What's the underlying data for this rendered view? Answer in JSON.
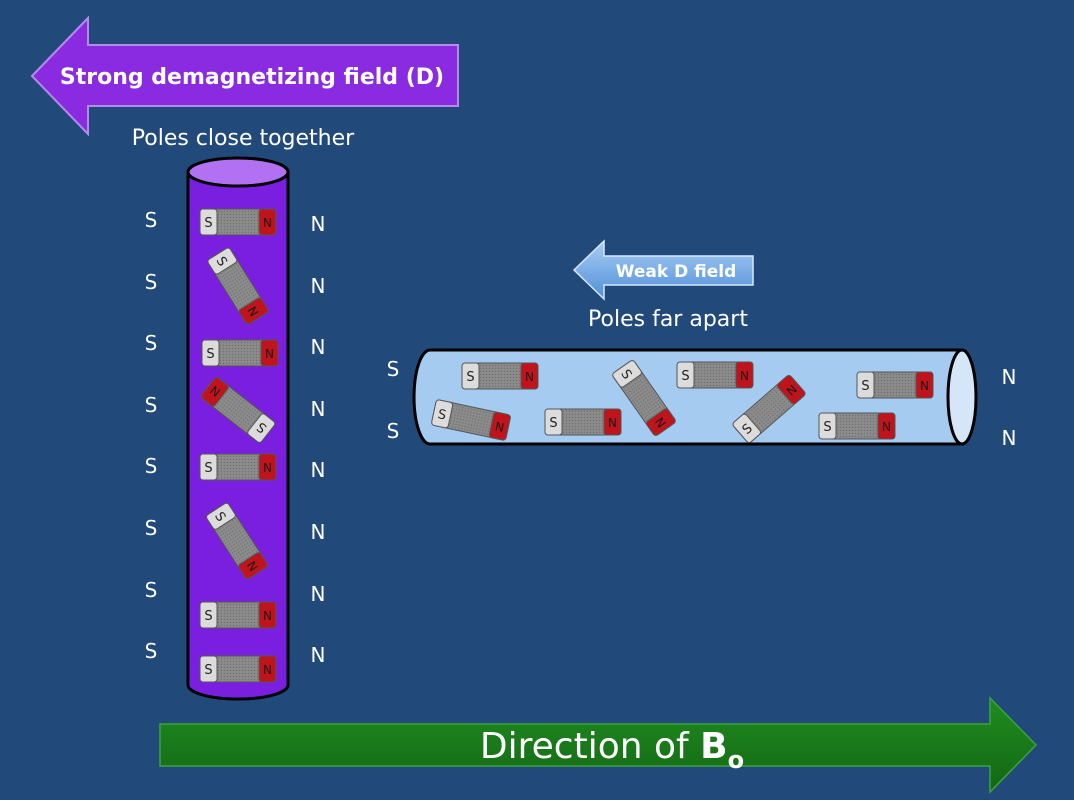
{
  "strong_arrow": {
    "label": "Strong demagnetizing field (D)",
    "color": "#8a2be2"
  },
  "weak_arrow": {
    "label": "Weak D field"
  },
  "vertical_cylinder": {
    "caption": "Poles close together",
    "left_pole_labels": [
      "S",
      "S",
      "S",
      "S",
      "S",
      "S",
      "S",
      "S"
    ],
    "right_pole_labels": [
      "N",
      "N",
      "N",
      "N",
      "N",
      "N",
      "N",
      "N"
    ]
  },
  "horizontal_cylinder": {
    "caption": "Poles far apart",
    "left_pole_labels": [
      "S",
      "S"
    ],
    "right_pole_labels": [
      "N",
      "N"
    ]
  },
  "bottom_arrow": {
    "label_prefix": "Direction of ",
    "label_symbol": "B",
    "label_subscript": "o",
    "color": "#1a7a1a"
  },
  "magnet": {
    "south_letter": "S",
    "north_letter": "N",
    "south_color": "#d8d8d8",
    "body_color": "#8c8c8c",
    "north_color": "#c0141c"
  }
}
